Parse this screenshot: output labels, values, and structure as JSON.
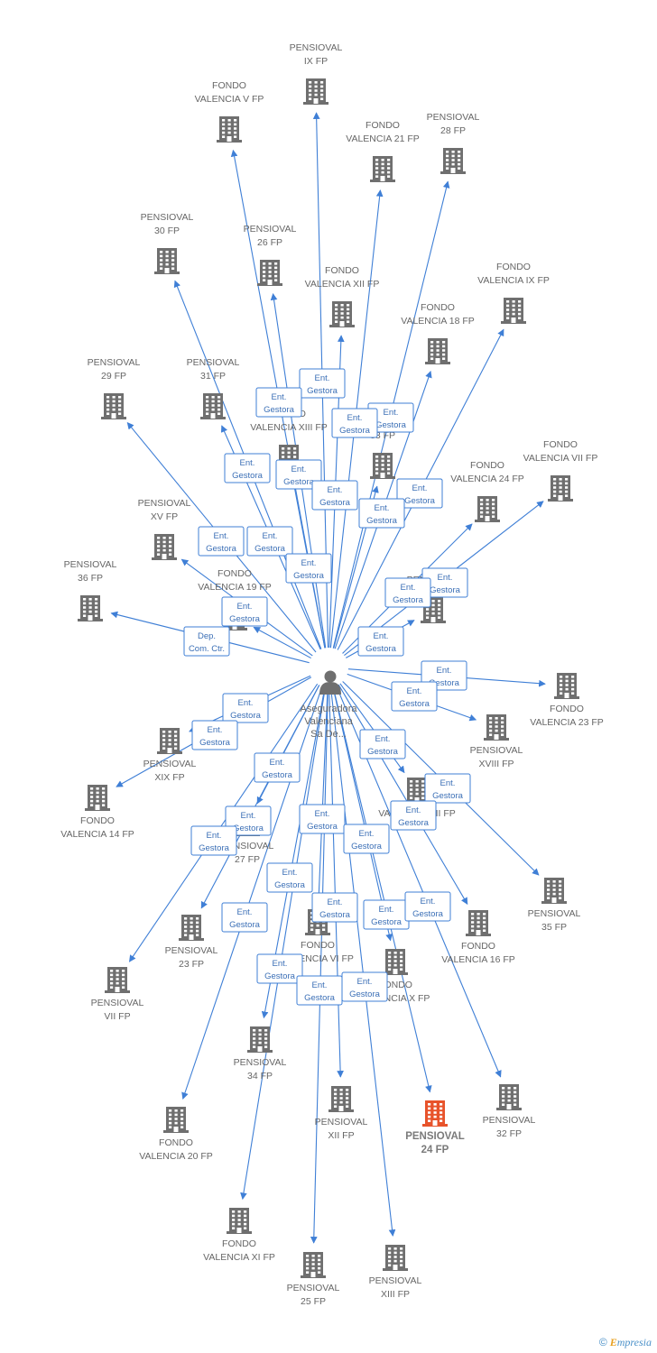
{
  "center": {
    "id": "center",
    "label_lines": [
      "Aseguradora",
      "Valenciana",
      "Sa De..."
    ],
    "icon": "person-icon"
  },
  "colors": {
    "edge": "#3f7fd6",
    "building": "#6f6f6f",
    "highlight": "#e8532b",
    "badge_border": "#3f7fd6",
    "label": "#666666"
  },
  "nodes": [
    {
      "id": "pensioval-ix-fp",
      "lines": [
        "PENSIOVAL",
        "IX FP"
      ],
      "label_pos": "above"
    },
    {
      "id": "fondo-valencia-v-fp",
      "lines": [
        "FONDO",
        "VALENCIA V FP"
      ],
      "label_pos": "above"
    },
    {
      "id": "fondo-valencia-21-fp",
      "lines": [
        "FONDO",
        "VALENCIA 21 FP"
      ],
      "label_pos": "above"
    },
    {
      "id": "pensioval-28-fp",
      "lines": [
        "PENSIOVAL",
        "28 FP"
      ],
      "label_pos": "above"
    },
    {
      "id": "pensioval-30-fp",
      "lines": [
        "PENSIOVAL",
        "30 FP"
      ],
      "label_pos": "above"
    },
    {
      "id": "pensioval-26-fp",
      "lines": [
        "PENSIOVAL",
        "26 FP"
      ],
      "label_pos": "above"
    },
    {
      "id": "fondo-valencia-xii-fp",
      "lines": [
        "FONDO",
        "VALENCIA XII FP"
      ],
      "label_pos": "above"
    },
    {
      "id": "fondo-valencia-ix-fp",
      "lines": [
        "FONDO",
        "VALENCIA IX FP"
      ],
      "label_pos": "above"
    },
    {
      "id": "fondo-valencia-18-fp",
      "lines": [
        "FONDO",
        "VALENCIA 18 FP"
      ],
      "label_pos": "above"
    },
    {
      "id": "pensioval-29-fp",
      "lines": [
        "PENSIOVAL",
        "29 FP"
      ],
      "label_pos": "above"
    },
    {
      "id": "pensioval-31-fp",
      "lines": [
        "PENSIOVAL",
        "31 FP"
      ],
      "label_pos": "above"
    },
    {
      "id": "fondo-valencia-xiii-fp",
      "lines": [
        "FONDO",
        "VALENCIA XIII FP"
      ],
      "label_pos": "above"
    },
    {
      "id": "pensioval-33-fp",
      "lines": [
        "PENSIOVAL",
        "33 FP"
      ],
      "label_pos": "above"
    },
    {
      "id": "fondo-valencia-vii-fp",
      "lines": [
        "FONDO",
        "VALENCIA VII FP"
      ],
      "label_pos": "above"
    },
    {
      "id": "fondo-valencia-24-fp",
      "lines": [
        "FONDO",
        "VALENCIA 24 FP"
      ],
      "label_pos": "above"
    },
    {
      "id": "pensioval-xv-fp",
      "lines": [
        "PENSIOVAL",
        "XV FP"
      ],
      "label_pos": "above"
    },
    {
      "id": "pensioval-36-fp",
      "lines": [
        "PENSIOVAL",
        "36 FP"
      ],
      "label_pos": "above"
    },
    {
      "id": "fondo-valencia-19-fp",
      "lines": [
        "FONDO",
        "VALENCIA 19 FP"
      ],
      "label_pos": "above"
    },
    {
      "id": "pensioval-right",
      "lines": [
        "PENSIOVAL"
      ],
      "label_pos": "above"
    },
    {
      "id": "fondo-valencia-23-fp",
      "lines": [
        "FONDO",
        "VALENCIA 23 FP"
      ],
      "label_pos": "below"
    },
    {
      "id": "pensioval-xviii-fp",
      "lines": [
        "PENSIOVAL",
        "XVIII FP"
      ],
      "label_pos": "below"
    },
    {
      "id": "pensioval-xix-fp",
      "lines": [
        "PENSIOVAL",
        "XIX FP"
      ],
      "label_pos": "below"
    },
    {
      "id": "fondo-valencia-14-fp",
      "lines": [
        "FONDO",
        "VALENCIA 14 FP"
      ],
      "label_pos": "below"
    },
    {
      "id": "fondo-valencia-viii-fp",
      "lines": [
        "VALENCIA VIII FP"
      ],
      "label_pos": "below"
    },
    {
      "id": "pensioval-27-fp",
      "lines": [
        "PENSIOVAL",
        "27 FP"
      ],
      "label_pos": "below"
    },
    {
      "id": "pensioval-35-fp",
      "lines": [
        "PENSIOVAL",
        "35 FP"
      ],
      "label_pos": "below"
    },
    {
      "id": "fondo-valencia-16-fp",
      "lines": [
        "FONDO",
        "VALENCIA 16 FP"
      ],
      "label_pos": "below"
    },
    {
      "id": "pensioval-23-fp",
      "lines": [
        "PENSIOVAL",
        "23 FP"
      ],
      "label_pos": "below"
    },
    {
      "id": "fondo-valencia-vi-fp",
      "lines": [
        "FONDO",
        "VALENCIA VI FP"
      ],
      "label_pos": "below"
    },
    {
      "id": "fondo-valencia-x-fp",
      "lines": [
        "FONDO",
        "VALENCIA X FP"
      ],
      "label_pos": "below"
    },
    {
      "id": "pensioval-vii-fp",
      "lines": [
        "PENSIOVAL",
        "VII FP"
      ],
      "label_pos": "below"
    },
    {
      "id": "pensioval-34-fp",
      "lines": [
        "PENSIOVAL",
        "34 FP"
      ],
      "label_pos": "below"
    },
    {
      "id": "pensioval-xii-fp",
      "lines": [
        "PENSIOVAL",
        "XII FP"
      ],
      "label_pos": "below"
    },
    {
      "id": "pensioval-24-fp",
      "lines": [
        "PENSIOVAL",
        "24 FP"
      ],
      "label_pos": "below",
      "highlight": true
    },
    {
      "id": "pensioval-32-fp",
      "lines": [
        "PENSIOVAL",
        "32 FP"
      ],
      "label_pos": "below"
    },
    {
      "id": "fondo-valencia-20-fp",
      "lines": [
        "FONDO",
        "VALENCIA 20 FP"
      ],
      "label_pos": "below"
    },
    {
      "id": "fondo-valencia-xi-fp",
      "lines": [
        "FONDO",
        "VALENCIA XI FP"
      ],
      "label_pos": "below"
    },
    {
      "id": "pensioval-25-fp",
      "lines": [
        "PENSIOVAL",
        "25 FP"
      ],
      "label_pos": "below"
    },
    {
      "id": "pensioval-xiii-fp",
      "lines": [
        "PENSIOVAL",
        "XIII FP"
      ],
      "label_pos": "below"
    }
  ],
  "edges": [
    {
      "target": "pensioval-ix-fp",
      "badge": [
        "Ent.",
        "Gestora"
      ]
    },
    {
      "target": "fondo-valencia-v-fp",
      "badge": [
        "Ent.",
        "Gestora"
      ]
    },
    {
      "target": "fondo-valencia-21-fp",
      "badge": [
        "Ent.",
        "Gestora"
      ]
    },
    {
      "target": "pensioval-28-fp",
      "badge": [
        "Ent.",
        "Gestora"
      ]
    },
    {
      "target": "pensioval-30-fp",
      "badge": [
        "Ent.",
        "Gestora"
      ]
    },
    {
      "target": "pensioval-26-fp",
      "badge": [
        "Ent.",
        "Gestora"
      ]
    },
    {
      "target": "fondo-valencia-xii-fp",
      "badge": [
        "Ent.",
        "Gestora"
      ]
    },
    {
      "target": "fondo-valencia-ix-fp",
      "badge": [
        "Ent.",
        "Gestora"
      ]
    },
    {
      "target": "fondo-valencia-18-fp",
      "badge": [
        "Ent.",
        "Gestora"
      ]
    },
    {
      "target": "pensioval-29-fp",
      "badge": [
        "Ent.",
        "Gestora"
      ]
    },
    {
      "target": "pensioval-31-fp",
      "badge": [
        "Ent.",
        "Gestora"
      ]
    },
    {
      "target": "fondo-valencia-xiii-fp",
      "badge": [
        "Ent.",
        "Gestora"
      ]
    },
    {
      "target": "pensioval-33-fp",
      "badge": [
        "Ent.",
        "Gestora"
      ]
    },
    {
      "target": "fondo-valencia-vii-fp",
      "badge": [
        "Ent.",
        "Gestora"
      ]
    },
    {
      "target": "fondo-valencia-24-fp",
      "badge": [
        "Ent.",
        "Gestora"
      ]
    },
    {
      "target": "pensioval-xv-fp",
      "badge": [
        "Ent.",
        "Gestora"
      ]
    },
    {
      "target": "pensioval-36-fp",
      "badge": [
        "Dep.",
        "Com. Ctr."
      ]
    },
    {
      "target": "fondo-valencia-19-fp",
      "badge": [
        "Ent.",
        "Gestora"
      ]
    },
    {
      "target": "pensioval-right",
      "badge": [
        "Ent.",
        "Gestora"
      ]
    },
    {
      "target": "fondo-valencia-23-fp",
      "badge": [
        "Ent.",
        "Gestora"
      ]
    },
    {
      "target": "pensioval-xviii-fp",
      "badge": [
        "Ent.",
        "Gestora"
      ]
    },
    {
      "target": "pensioval-xix-fp",
      "badge": [
        "Ent.",
        "Gestora"
      ]
    },
    {
      "target": "fondo-valencia-14-fp",
      "badge": [
        "Ent.",
        "Gestora"
      ]
    },
    {
      "target": "fondo-valencia-viii-fp",
      "badge": [
        "Ent.",
        "Gestora"
      ]
    },
    {
      "target": "pensioval-27-fp",
      "badge": [
        "Ent.",
        "Gestora"
      ]
    },
    {
      "target": "pensioval-35-fp",
      "badge": [
        "Ent.",
        "Gestora"
      ]
    },
    {
      "target": "fondo-valencia-16-fp",
      "badge": [
        "Ent.",
        "Gestora"
      ]
    },
    {
      "target": "pensioval-23-fp",
      "badge": [
        "Ent.",
        "Gestora"
      ]
    },
    {
      "target": "fondo-valencia-vi-fp",
      "badge": [
        "Ent.",
        "Gestora"
      ]
    },
    {
      "target": "fondo-valencia-x-fp",
      "badge": [
        "Ent.",
        "Gestora"
      ]
    },
    {
      "target": "pensioval-vii-fp",
      "badge": [
        "Ent.",
        "Gestora"
      ]
    },
    {
      "target": "pensioval-34-fp",
      "badge": [
        "Ent.",
        "Gestora"
      ]
    },
    {
      "target": "pensioval-xii-fp",
      "badge": [
        "Ent.",
        "Gestora"
      ]
    },
    {
      "target": "pensioval-24-fp",
      "badge": [
        "Ent.",
        "Gestora"
      ]
    },
    {
      "target": "pensioval-32-fp",
      "badge": [
        "Ent.",
        "Gestora"
      ]
    },
    {
      "target": "fondo-valencia-20-fp",
      "badge": [
        "Ent.",
        "Gestora"
      ]
    },
    {
      "target": "fondo-valencia-xi-fp",
      "badge": [
        "Ent.",
        "Gestora"
      ]
    },
    {
      "target": "pensioval-25-fp",
      "badge": [
        "Ent.",
        "Gestora"
      ]
    },
    {
      "target": "pensioval-xiii-fp",
      "badge": [
        "Ent.",
        "Gestora"
      ]
    }
  ],
  "footer": {
    "copyright": "©",
    "brand_initial": "E",
    "brand_rest": "mpresia"
  }
}
